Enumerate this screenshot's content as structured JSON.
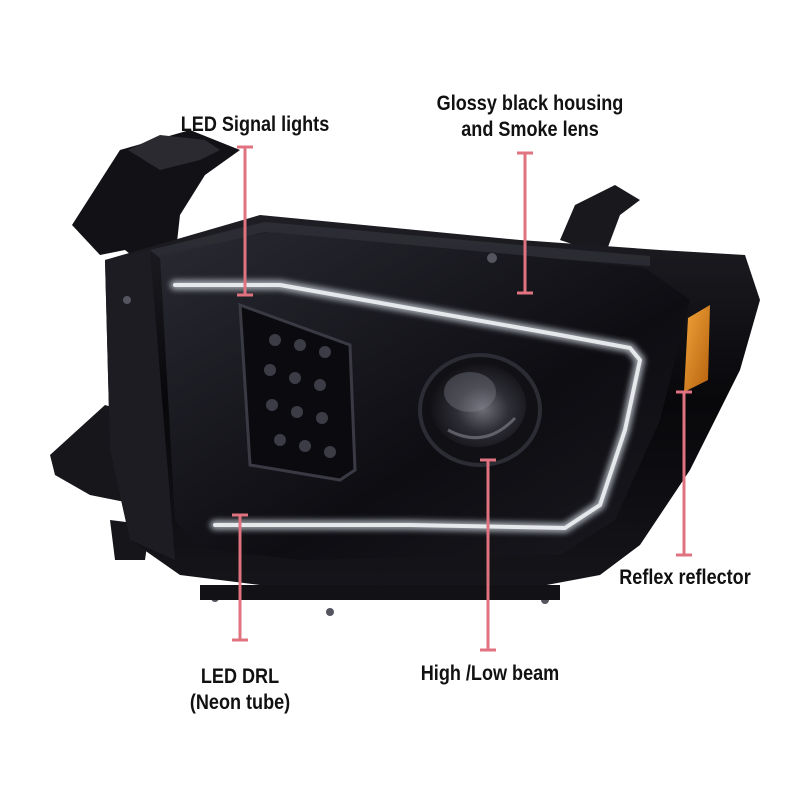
{
  "labels": {
    "signal": "LED Signal lights",
    "housing_line1": "Glossy black housing",
    "housing_line2": "and Smoke lens",
    "drl_line1": "LED DRL",
    "drl_line2": "(Neon tube)",
    "beam": "High /Low beam",
    "reflector": "Reflex reflector"
  },
  "colors": {
    "leader_line": "#e0737f",
    "housing": "#0b0b0f",
    "amber_reflector": "#e08a1a",
    "drl_glow": "#cfd2d8"
  }
}
